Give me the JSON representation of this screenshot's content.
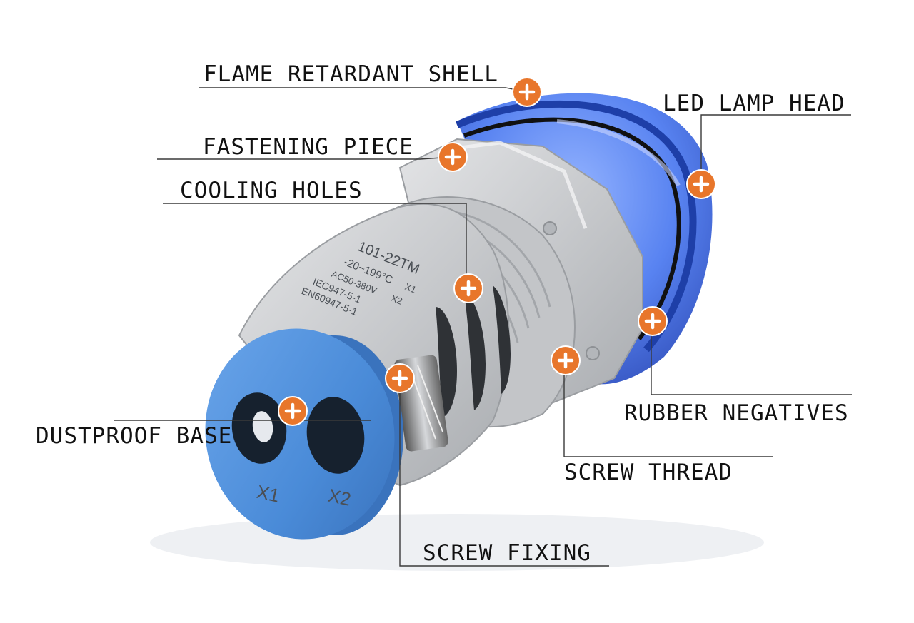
{
  "colors": {
    "marker_fill": "#e8762b",
    "marker_plus": "#ffffff",
    "lamp_blue": "#3a63d6",
    "base_blue": "#4a8bd8",
    "body_gray": "#c9cbce",
    "leader_line": "#3a3a3a"
  },
  "icons": {
    "marker": "orange-plus-circle-icon"
  },
  "product": {
    "model_text": "101-22TM",
    "range_text": "-20~199°C",
    "x1_text": "X1",
    "voltage_text": "AC50-380V",
    "x2_text": "X2",
    "standard_1": "IEC947-5-1",
    "standard_2": "EN60947-5-1",
    "terminal_x1": "X1",
    "terminal_x2": "X2"
  },
  "callouts": [
    {
      "id": "flame-retardant-shell",
      "label": "FLAME RETARDANT SHELL"
    },
    {
      "id": "led-lamp-head",
      "label": "LED LAMP HEAD"
    },
    {
      "id": "fastening-piece",
      "label": "FASTENING PIECE"
    },
    {
      "id": "cooling-holes",
      "label": "COOLING HOLES"
    },
    {
      "id": "rubber-negatives",
      "label": "RUBBER NEGATIVES"
    },
    {
      "id": "dustproof-base",
      "label": "DUSTPROOF BASE"
    },
    {
      "id": "screw-thread",
      "label": "SCREW THREAD"
    },
    {
      "id": "screw-fixing",
      "label": "SCREW FIXING"
    }
  ]
}
